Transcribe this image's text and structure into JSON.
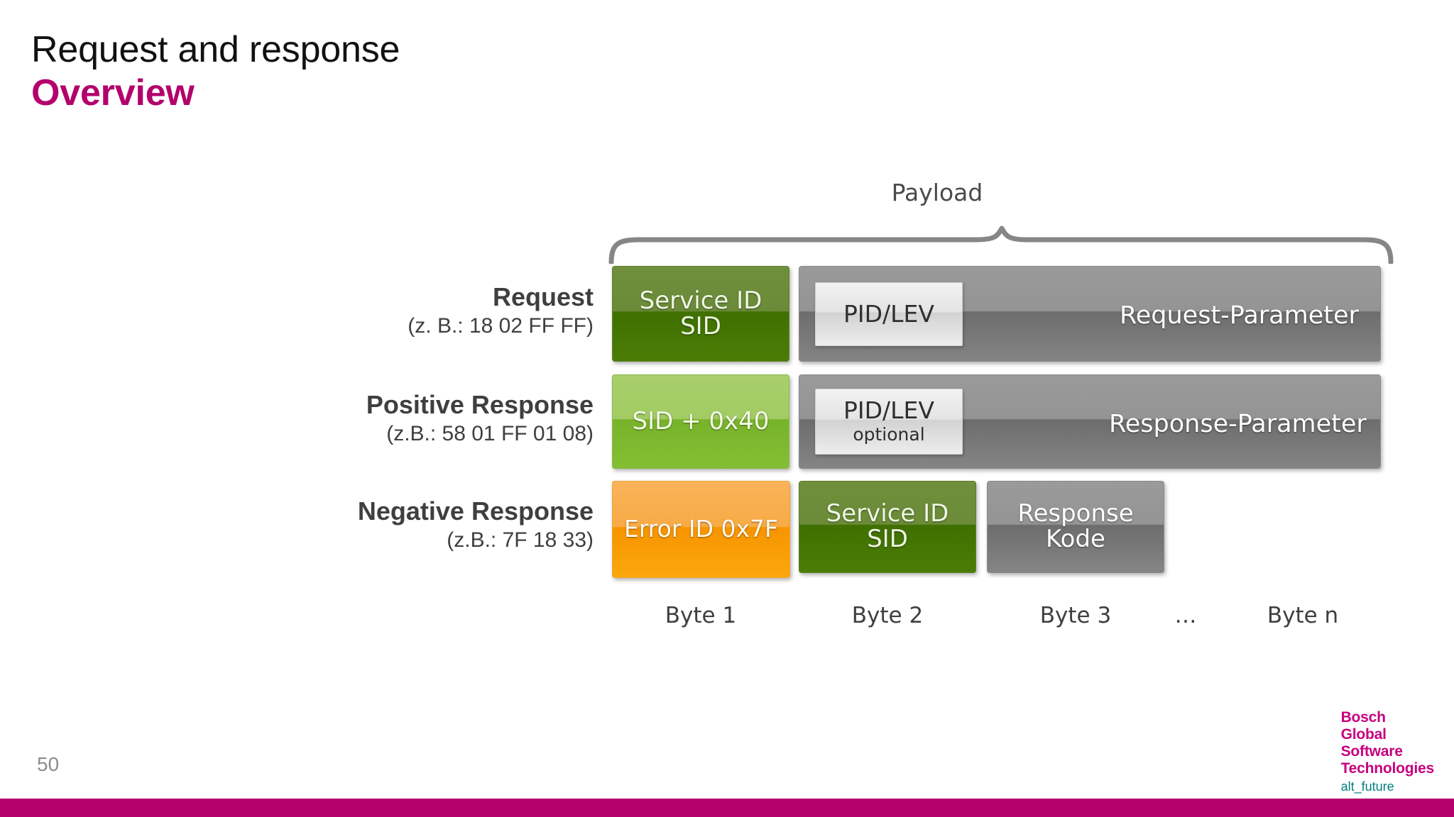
{
  "slide": {
    "title": "Request and response",
    "subtitle": "Overview",
    "page_number": "50",
    "accent_color": "#b3006b"
  },
  "diagram": {
    "payload_label": "Payload",
    "rows": [
      {
        "name": "request",
        "label": "Request",
        "example": "(z. B.: 18 02 FF FF)",
        "byte1": {
          "line1": "Service ID",
          "line2": "SID",
          "color": "#4b7d06"
        },
        "inset": {
          "line1": "PID/LEV",
          "line2": ""
        },
        "parameter": "Request-Parameter"
      },
      {
        "name": "positive-response",
        "label": "Positive Response",
        "example": "(z.B.: 58 01 FF 01 08)",
        "byte1": {
          "line1": "SID + 0x40",
          "line2": "",
          "color": "#84bf33"
        },
        "inset": {
          "line1": "PID/LEV",
          "line2": "optional"
        },
        "parameter": "Response-Parameter"
      },
      {
        "name": "negative-response",
        "label": "Negative Response",
        "example": "(z.B.: 7F 18 33)",
        "byte1": {
          "line1": "Error ID 0x7F",
          "line2": "",
          "color": "#fba80b"
        },
        "byte2": {
          "line1": "Service ID",
          "line2": "SID",
          "color": "#4b7d06"
        },
        "byte3": {
          "line1": "Response",
          "line2": "Kode",
          "color": "#858585"
        }
      }
    ],
    "byte_captions": [
      "Byte 1",
      "Byte 2",
      "Byte 3",
      "…",
      "Byte n"
    ]
  },
  "logo": {
    "line1": "Bosch",
    "line2": "Global",
    "line3": "Software",
    "line4": "Technologies",
    "tagline": "alt_future",
    "brand_color": "#c6007e",
    "tagline_color": "#00817f"
  }
}
